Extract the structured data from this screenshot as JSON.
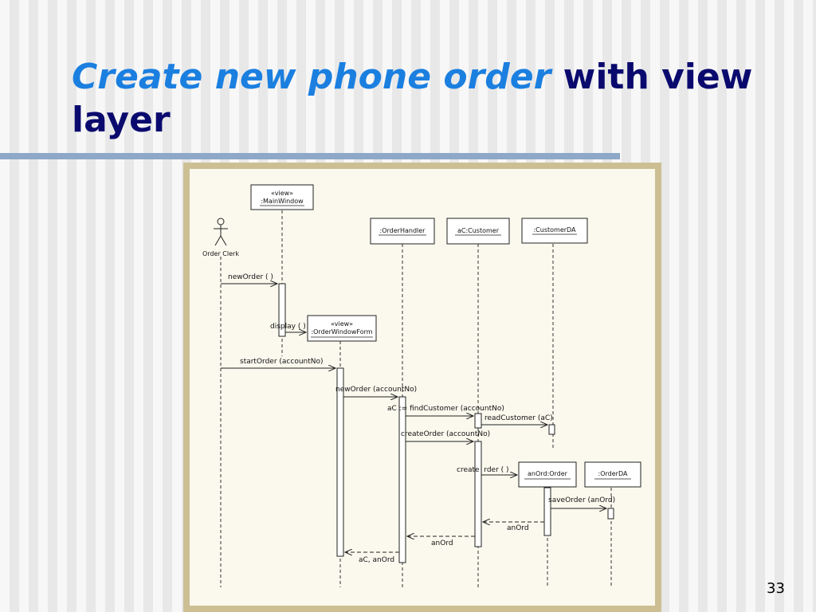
{
  "slide": {
    "title_accent": "Create new phone order",
    "title_rest": " with view layer",
    "page_number": "33"
  },
  "diagram": {
    "actor": {
      "label": "Order Clerk"
    },
    "lifelines": [
      {
        "id": "mainwindow",
        "stereotype": "«view»",
        "name": ":MainWindow"
      },
      {
        "id": "orderwindowform",
        "stereotype": "«view»",
        "name": ":OrderWindowForm"
      },
      {
        "id": "orderhandler",
        "name": ":OrderHandler"
      },
      {
        "id": "customer",
        "name": "aC:Customer"
      },
      {
        "id": "customerda",
        "name": ":CustomerDA"
      },
      {
        "id": "order",
        "name": "anOrd:Order"
      },
      {
        "id": "orderda",
        "name": ":OrderDA"
      }
    ],
    "messages": [
      {
        "id": "m1",
        "label": "newOrder ( )"
      },
      {
        "id": "m2",
        "label": "display ( )"
      },
      {
        "id": "m3",
        "label": "startOrder (accountNo)"
      },
      {
        "id": "m4",
        "label": "newOrder (accountNo)"
      },
      {
        "id": "m5",
        "label": "aC := findCustomer (accountNo)"
      },
      {
        "id": "m6",
        "label": "readCustomer (aC)"
      },
      {
        "id": "m7",
        "label": "createOrder (accountNo)"
      },
      {
        "id": "m8",
        "label": "create  rder ( )"
      },
      {
        "id": "m9",
        "label": "saveOrder (anOrd)"
      },
      {
        "id": "r1",
        "label": "anOrd"
      },
      {
        "id": "r2",
        "label": "anOrd"
      },
      {
        "id": "r3",
        "label": "aC, anOrd"
      }
    ]
  }
}
